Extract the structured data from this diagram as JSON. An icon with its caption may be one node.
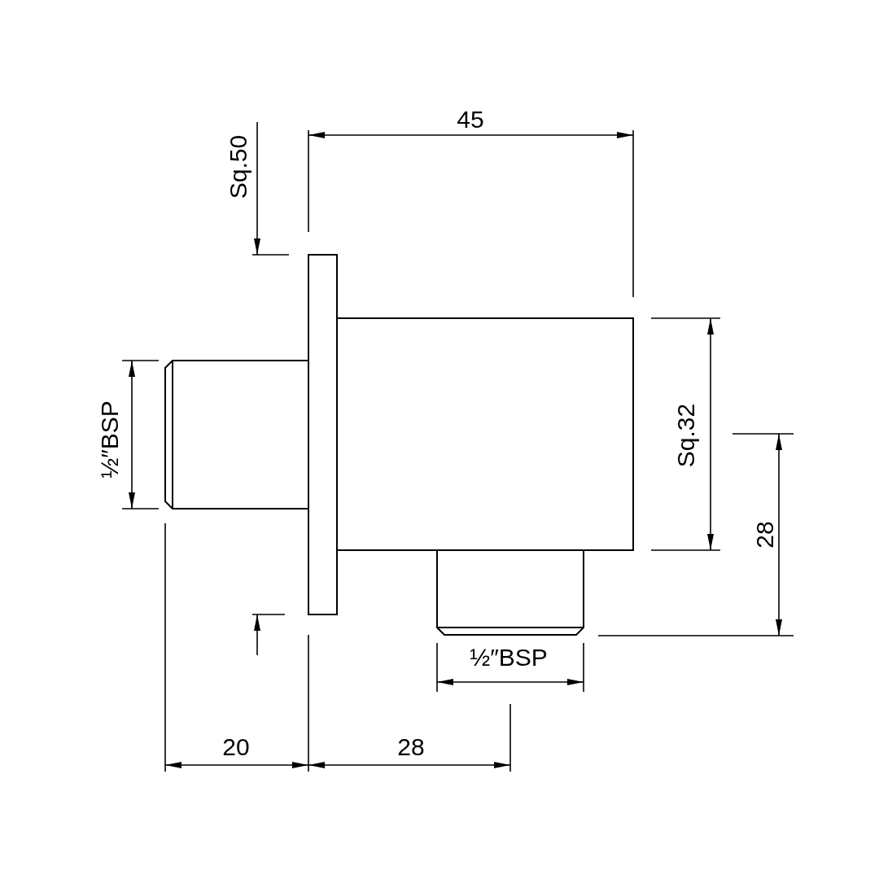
{
  "diagram": {
    "labels": [
      "45",
      "Sq.50",
      "½″BSP",
      "Sq.32",
      "28",
      "½″BSP",
      "20",
      "28"
    ]
  }
}
